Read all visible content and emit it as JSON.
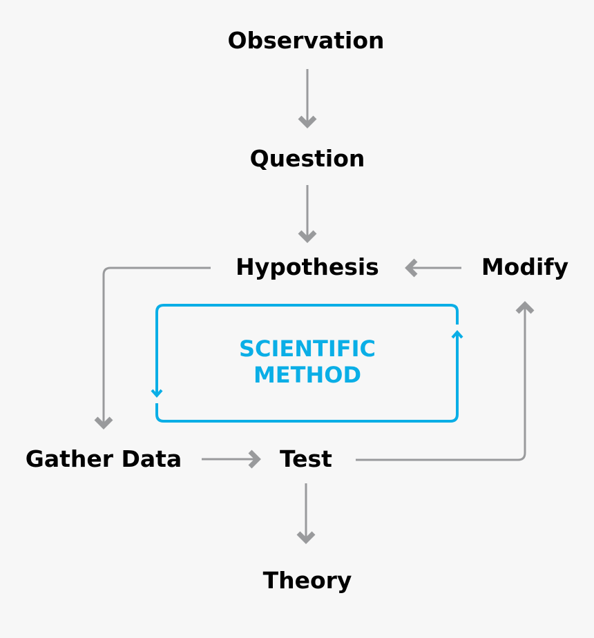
{
  "nodes": {
    "observation": "Observation",
    "question": "Question",
    "hypothesis": "Hypothesis",
    "modify": "Modify",
    "gather_data": "Gather Data",
    "test": "Test",
    "theory": "Theory"
  },
  "center": {
    "line1": "SCIENTIFIC",
    "line2": "METHOD"
  },
  "colors": {
    "background": "#f7f7f7",
    "arrow": "#999a9c",
    "accent": "#0aaee6",
    "text": "#000000"
  }
}
